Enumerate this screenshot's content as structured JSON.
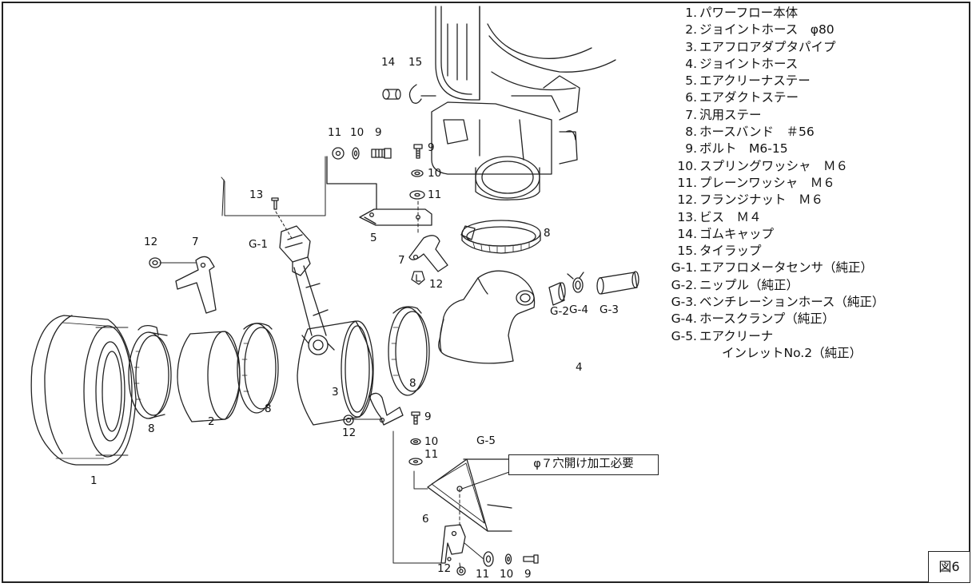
{
  "figure": {
    "label": "図6"
  },
  "note": {
    "text": "φ７穴開け加工必要"
  },
  "legend": [
    {
      "num": "1.",
      "name": "パワーフロー本体"
    },
    {
      "num": "2.",
      "name": "ジョイントホース　φ80"
    },
    {
      "num": "3.",
      "name": "エアフロアダプタパイプ"
    },
    {
      "num": "4.",
      "name": "ジョイントホース"
    },
    {
      "num": "5.",
      "name": "エアクリーナステー"
    },
    {
      "num": "6.",
      "name": "エアダクトステー"
    },
    {
      "num": "7.",
      "name": "汎用ステー"
    },
    {
      "num": "8.",
      "name": "ホースバンド　＃56"
    },
    {
      "num": "9.",
      "name": "ボルト　M6-15"
    },
    {
      "num": "10.",
      "name": "スプリングワッシャ　Ｍ６"
    },
    {
      "num": "11.",
      "name": "プレーンワッシャ　Ｍ６"
    },
    {
      "num": "12.",
      "name": "フランジナット　Ｍ６"
    },
    {
      "num": "13.",
      "name": "ビス　Ｍ４"
    },
    {
      "num": "14.",
      "name": "ゴムキャップ"
    },
    {
      "num": "15.",
      "name": "タイラップ"
    },
    {
      "num": "G-1.",
      "name": "エアフロメータセンサ（純正）"
    },
    {
      "num": "G-2.",
      "name": "ニップル（純正）"
    },
    {
      "num": "G-3.",
      "name": "ベンチレーションホース（純正）"
    },
    {
      "num": "G-4.",
      "name": "ホースクランプ（純正）"
    },
    {
      "num": "G-5.",
      "name": "エアクリーナ",
      "name2": "インレットNo.2（純正）"
    }
  ],
  "callouts": [
    "14",
    "15",
    "11",
    "10",
    "9",
    "9",
    "10",
    "11",
    "13",
    "12",
    "7",
    "G-1",
    "5",
    "8",
    "7",
    "12",
    "G-2",
    "G-4",
    "G-3",
    "4",
    "8",
    "3",
    "8",
    "2",
    "1",
    "12",
    "9",
    "10",
    "G-5",
    "11",
    "6",
    "11",
    "10",
    "9",
    "12"
  ]
}
